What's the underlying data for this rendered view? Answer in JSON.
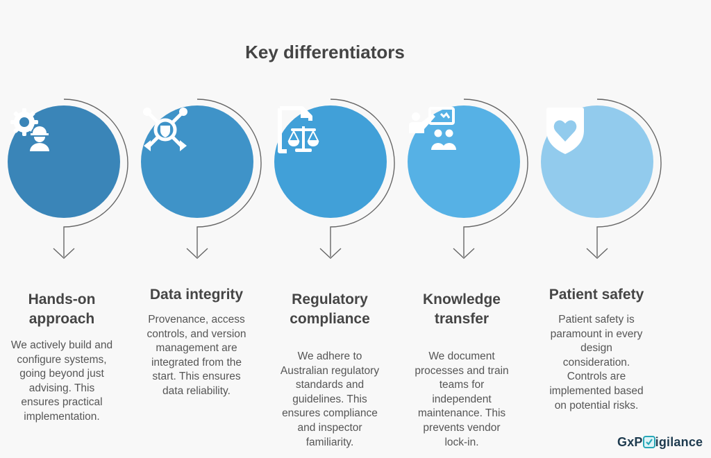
{
  "title": "Key differentiators",
  "items": [
    {
      "heading": "Hands-on approach",
      "heading_lines": [
        "Hands-on",
        "approach"
      ],
      "body_lines": [
        "We actively build and",
        "configure systems,",
        "going beyond just",
        "advising. This",
        "ensures practical",
        "implementation."
      ],
      "icon": "gear-worker-icon",
      "color": "#3a85b8"
    },
    {
      "heading": "Data integrity",
      "heading_lines": [
        "Data integrity"
      ],
      "body_lines": [
        "Provenance, access",
        "controls, and version",
        "management are",
        "integrated from the",
        "start. This ensures",
        "data reliability."
      ],
      "icon": "shield-network-icon",
      "color": "#3f93c8"
    },
    {
      "heading": "Regulatory compliance",
      "heading_lines": [
        "Regulatory",
        "compliance"
      ],
      "body_lines": [
        "We adhere to",
        "Australian regulatory",
        "standards and",
        "guidelines. This",
        "ensures compliance",
        "and inspector",
        "familiarity."
      ],
      "icon": "document-scales-icon",
      "color": "#41a0d8"
    },
    {
      "heading": "Knowledge transfer",
      "heading_lines": [
        "Knowledge",
        "transfer"
      ],
      "body_lines": [
        "We document",
        "processes and train",
        "teams for",
        "independent",
        "maintenance. This",
        "prevents vendor",
        "lock-in."
      ],
      "icon": "teacher-presentation-icon",
      "color": "#56b1e5"
    },
    {
      "heading": "Patient safety",
      "heading_lines": [
        "Patient safety"
      ],
      "body_lines": [
        "Patient safety is",
        "paramount in every",
        "design",
        "consideration.",
        "Controls are",
        "implemented based",
        "on potential risks."
      ],
      "icon": "shield-heart-icon",
      "color": "#92cbed"
    }
  ],
  "logo": {
    "prefix": "GxP",
    "suffix": "igilance",
    "accent": "#28a8b8"
  }
}
